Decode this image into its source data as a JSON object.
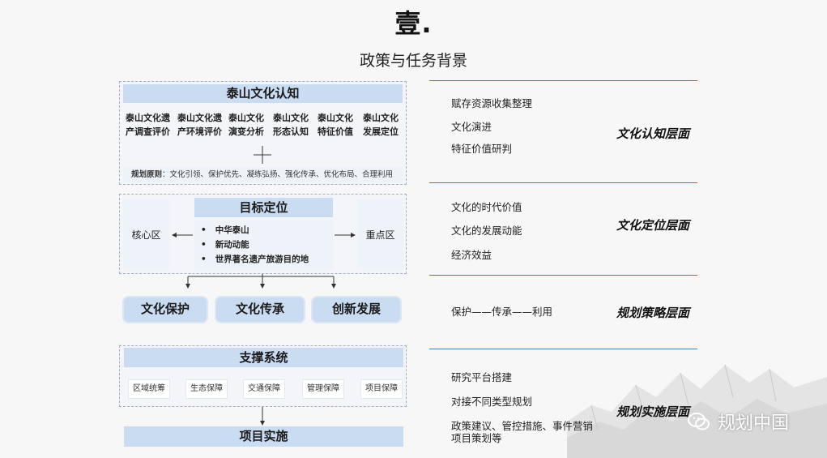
{
  "header": {
    "number": "壹.",
    "subtitle": "政策与任务背景"
  },
  "section1": {
    "title": "泰山文化认知",
    "items": [
      [
        "泰山文化遗",
        "产调查评价"
      ],
      [
        "泰山文化遗",
        "产环境评价"
      ],
      [
        "泰山文化",
        "演变分析"
      ],
      [
        "泰山文化",
        "形态认知"
      ],
      [
        "泰山文化",
        "特征价值"
      ],
      [
        "泰山文化",
        "发展定位"
      ]
    ],
    "principle_label": "规划原则",
    "principle_text": "：文化引领、保护优先、凝练弘扬、强化传承、优化布局、合理利用"
  },
  "section2": {
    "title": "目标定位",
    "left_zone": "核心区",
    "right_zone": "重点区",
    "bullets": [
      "中华泰山",
      "新动动能",
      "世界著名遗产旅游目的地"
    ]
  },
  "strategies": [
    "文化保护",
    "文化传承",
    "创新发展"
  ],
  "support": {
    "title": "支撑系统",
    "items": [
      "区域统筹",
      "生态保障",
      "交通保障",
      "管理保障",
      "项目保障"
    ]
  },
  "implementation": {
    "title": "项目实施"
  },
  "right_panel": {
    "rows": [
      {
        "lines": [
          "赋存资源收集整理",
          "文化演进",
          "特征价值研判"
        ],
        "layer": "文化认知层面"
      },
      {
        "lines": [
          "文化的时代价值",
          "文化的发展动能",
          "经济效益"
        ],
        "layer": "文化定位层面"
      },
      {
        "lines": [
          "保护——传承——利用"
        ],
        "layer": "规划策略层面"
      },
      {
        "lines": [
          "研究平台搭建",
          "对接不同类型规划",
          "政策建议、管控措施、事件营销",
          "项目策划等"
        ],
        "layer": "规划实施层面"
      }
    ]
  },
  "watermark": {
    "text": "规划中国",
    "icon": "wechat-icon"
  },
  "colors": {
    "band": "#c9dcf1",
    "line": "#4b79a9",
    "dashed": "#9fb0c8"
  }
}
